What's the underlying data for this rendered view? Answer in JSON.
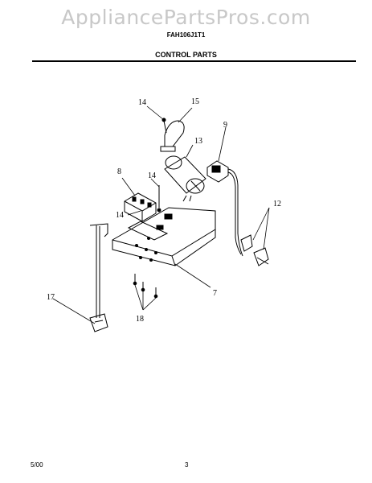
{
  "watermark": "AppliancePartsPros.com",
  "header": {
    "model_number": "FAH106J1T1",
    "section_title": "CONTROL PARTS"
  },
  "callouts": {
    "c14a": "14",
    "c15": "15",
    "c13": "13",
    "c9": "9",
    "c8": "8",
    "c14b": "14",
    "c14c": "14",
    "c12": "12",
    "c7": "7",
    "c17": "17",
    "c18": "18"
  },
  "footer": {
    "date": "5/00",
    "page_number": "3"
  }
}
